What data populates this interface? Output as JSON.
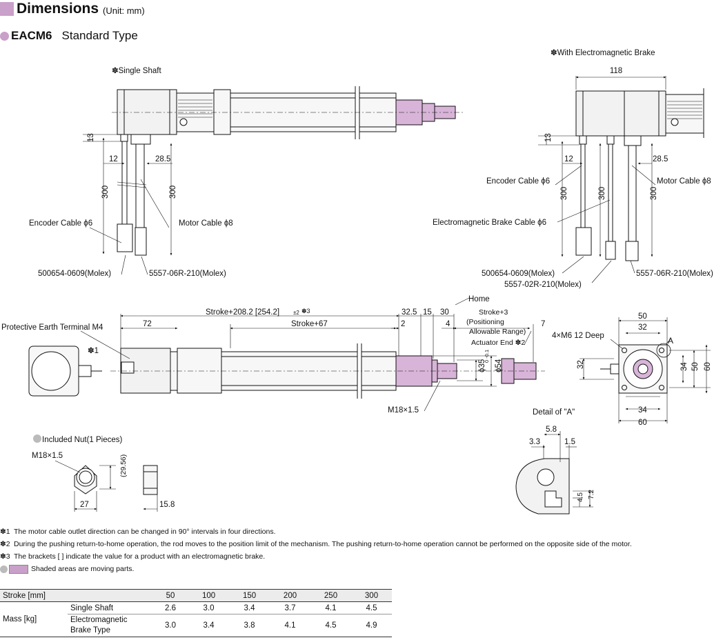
{
  "header": {
    "title": "Dimensions",
    "unit": "(Unit: mm)"
  },
  "model": {
    "name": "EACM6",
    "type": "Standard Type"
  },
  "colors": {
    "accent": "#c9a0c9",
    "moving": "#d8b4d8",
    "body": "#e8e8e8"
  },
  "labels": {
    "single_shaft": "✽Single Shaft",
    "with_brake": "✽With Electromagnetic Brake",
    "encoder_cable": "Encoder Cable ϕ6",
    "motor_cable": "Motor Cable ϕ8",
    "brake_cable": "Electromagnetic Brake Cable ϕ6",
    "conn_encoder": "500654-0609(Molex)",
    "conn_motor": "5557-06R-210(Molex)",
    "conn_brake": "5557-02R-210(Molex)",
    "pe_terminal": "Protective Earth Terminal M4",
    "note1_mark": "✽1",
    "home": "Home",
    "stroke_total": "Stroke+208.2 [254.2]",
    "stroke_tol": "±2",
    "mark3": "✽3",
    "stroke_67": "Stroke+67",
    "stroke_3": "Stroke+3",
    "positioning": "(Positioning",
    "allowable": "Allowable Range)",
    "actuator_end": "Actuator End ✽2",
    "thread": "M18×1.5",
    "m6": "4×M6 12 Deep",
    "detail_mark": "A",
    "detail_a": "Detail of \"A\"",
    "included_nut": "Included Nut(1 Pieces)",
    "nut_thread": "M18×1.5"
  },
  "dims": {
    "d13": "13",
    "d12": "12",
    "d28_5": "28.5",
    "d300": "300",
    "d118": "118",
    "d72": "72",
    "d32_5": "32.5",
    "d15": "15",
    "d30": "30",
    "d2": "2",
    "d4": "4",
    "d7": "7",
    "phi35": "ϕ35",
    "phi54": "ϕ54",
    "tol54": "0 -0.1",
    "d50": "50",
    "d32": "32",
    "d34": "34",
    "d60": "60",
    "d5_8": "5.8",
    "d3_3": "3.3",
    "d1_5": "1.5",
    "d4_5": "4.5",
    "d7_2": "7.2",
    "d29_56": "(29.56)",
    "d27": "27",
    "d15_8": "15.8"
  },
  "notes": [
    {
      "mark": "✽1",
      "text": "The motor cable outlet direction can be changed in 90° intervals in four directions."
    },
    {
      "mark": "✽2",
      "text": "During the pushing return-to-home operation, the rod moves to the position limit of the mechanism. The pushing return-to-home operation cannot be performed on the opposite side of the motor."
    },
    {
      "mark": "✽3",
      "text": "The brackets [ ] indicate the value for a product with an electromagnetic brake."
    },
    {
      "mark": "",
      "text": "Shaded areas are moving parts."
    }
  ],
  "table": {
    "stroke_label": "Stroke [mm]",
    "strokes": [
      "50",
      "100",
      "150",
      "200",
      "250",
      "300"
    ],
    "mass_label": "Mass [kg]",
    "rows": [
      {
        "type": "Single Shaft",
        "values": [
          "2.6",
          "3.0",
          "3.4",
          "3.7",
          "4.1",
          "4.5"
        ]
      },
      {
        "type": "Electromagnetic Brake Type",
        "values": [
          "3.0",
          "3.4",
          "3.8",
          "4.1",
          "4.5",
          "4.9"
        ]
      }
    ]
  }
}
